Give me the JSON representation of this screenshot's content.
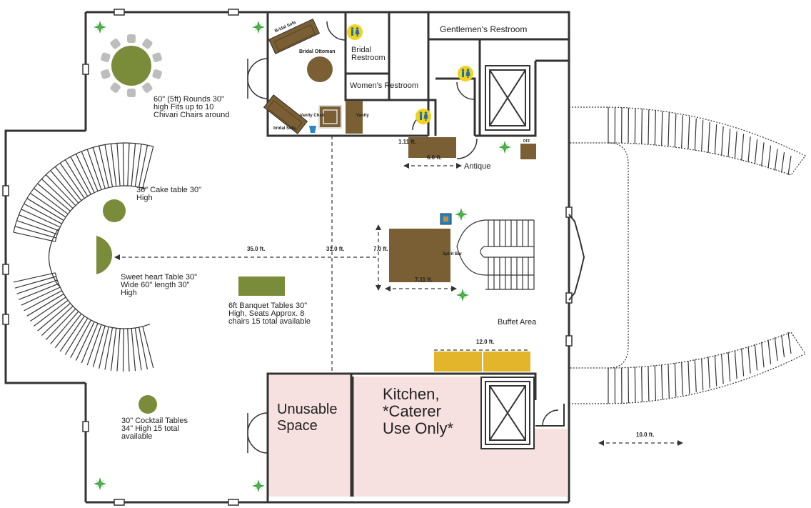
{
  "labels": {
    "rounds": "60\" (5ft) Rounds 30\"\nhigh Fits up to 10\nChivari Chairs around",
    "cake": "36\" Cake table 30\"\nHigh",
    "sweetheart": "Sweet heart Table 30\"\nWide 60\" length 30\"\nHigh",
    "banquet": "6ft Banquet Tables 30\"\nHigh, Seats Approx. 8\nchairs 15 total available",
    "cocktail": "30\" Cocktail Tables\n34\" High 15 total\navailable",
    "bridal_sofa_top": "Bridal Sofa",
    "bridal_sofa_bottom": "bridal Sofa",
    "bridal_ottoman": "Bridal Ottoman",
    "vanity_chair": "Vanity Chair",
    "vanity": "Vanity",
    "bridal_restroom": "Bridal\nRestroom",
    "womens_restroom": "Women's Restroom",
    "gentlemens_restroom": "Gentlemen's Restroom",
    "antique": "Antique",
    "spirit_bar": "Spirit Bar",
    "buffet_area": "Buffet Area",
    "unusable_space": "Unusable\nSpace",
    "kitchen": "Kitchen,\n*Caterer\nUse Only*",
    "dff": "DFF"
  },
  "dimensions": {
    "d35": "35.0 ft.",
    "d31": "31.0 ft.",
    "d7": "7.0 ft.",
    "d711": "7.11 ft.",
    "d111": "1.11 ft.",
    "d6": "6.0 ft.",
    "d12": "12.0 ft.",
    "d10": "10.0 ft."
  },
  "colors": {
    "wall": "#333333",
    "table_green": "#7a8b3a",
    "furniture_brown": "#7a5f35",
    "buffet_yellow": "#e3b52a",
    "restricted_pink": "#f6e0e0",
    "plant_green": "#3aa33a",
    "chair_gray": "#bdbdbd",
    "restroom_badge": "#f2d21b",
    "restroom_figure": "#1a6fb0"
  },
  "icons": [
    "plant-icon",
    "restroom-icon",
    "trash-icon",
    "elevator-icon",
    "door-icon"
  ]
}
